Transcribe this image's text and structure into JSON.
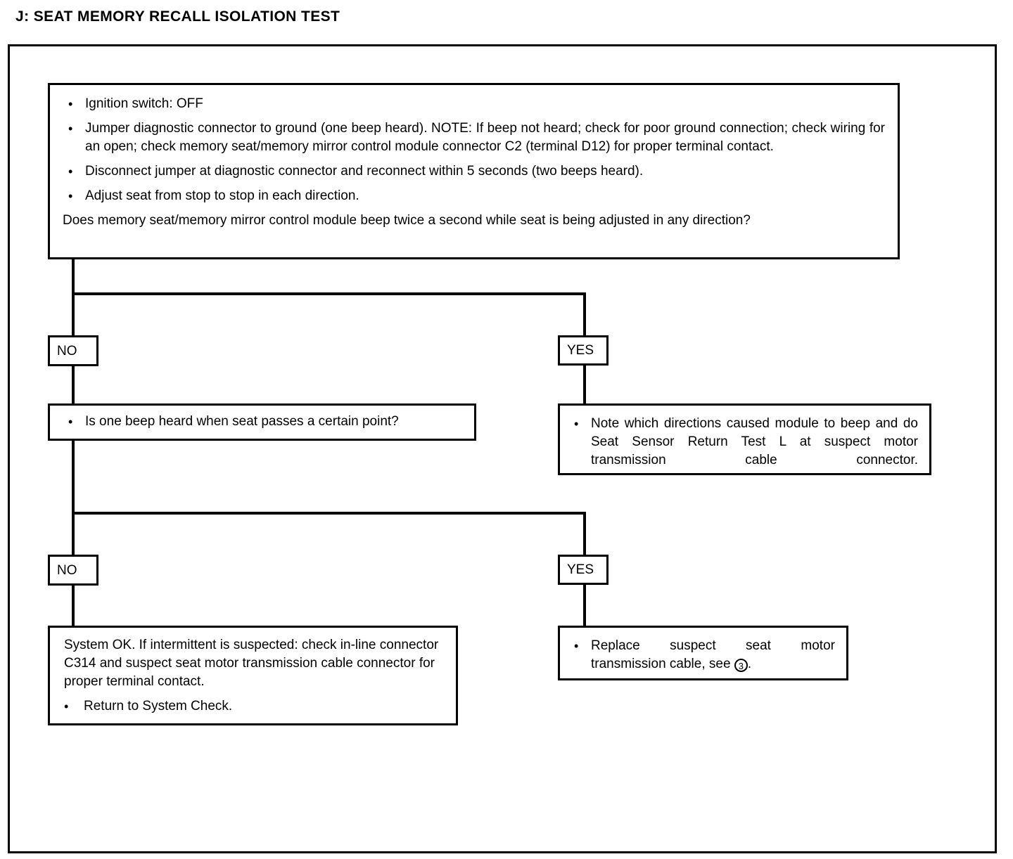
{
  "title": "J:  SEAT MEMORY RECALL ISOLATION TEST",
  "flow": {
    "main_block": {
      "bullets": [
        "Ignition switch:  OFF",
        "Jumper diagnostic connector to ground (one beep heard). NOTE:  If beep not heard; check for poor ground connection; check wiring for an open; check memory seat/memory mirror control module connector C2 (terminal D12) for proper terminal contact.",
        "Disconnect jumper at diagnostic connector and reconnect within 5 seconds (two beeps heard).",
        "Adjust seat from stop to stop in each direction."
      ],
      "question": "Does memory seat/memory mirror control module beep twice a second while seat is being adjusted in any direction?"
    },
    "branch1": {
      "no_label": "NO",
      "yes_label": "YES"
    },
    "no_branch_block": {
      "bullets": [
        "Is one beep heard when seat passes a certain point?"
      ]
    },
    "yes_branch_block": {
      "bullets": [
        "Note which directions caused module to beep and do Seat Sensor Return Test L at suspect motor transmission cable connector."
      ]
    },
    "branch2": {
      "no_label": "NO",
      "yes_label": "YES"
    },
    "system_ok_block": {
      "paragraph": "System OK. If intermittent is suspected:  check in-line connector C314 and suspect seat motor transmission cable connector for proper terminal contact.",
      "bullets": [
        "Return to System Check."
      ]
    },
    "replace_block": {
      "text_before": "Replace",
      "text_words": [
        "Replace",
        "suspect",
        "seat",
        "motor"
      ],
      "line2_before": "transmission cable, see",
      "circled_ref": "3",
      "line2_after": "."
    }
  },
  "colors": {
    "ink": "#000000",
    "paper": "#ffffff"
  }
}
